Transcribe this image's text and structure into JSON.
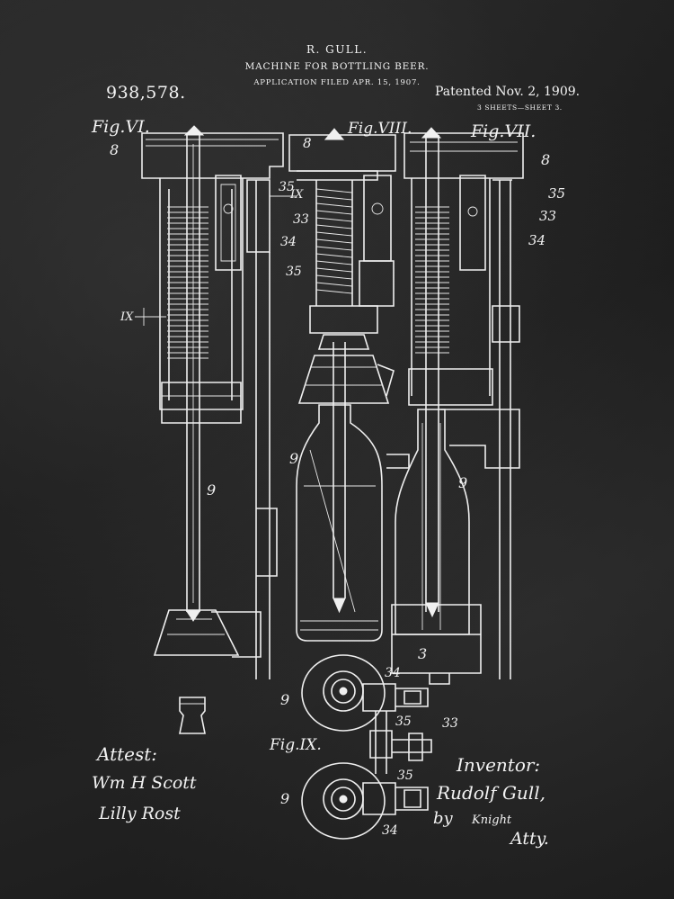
{
  "header": {
    "inventor_name": "R. GULL.",
    "title": "MACHINE FOR BOTTLING BEER.",
    "filed": "APPLICATION FILED APR. 15, 1907.",
    "patent_number": "938,578.",
    "patented": "Patented Nov. 2, 1909.",
    "sheets": "3 SHEETS—SHEET 3."
  },
  "figures": {
    "fig6": "Fig.VI.",
    "fig8": "Fig.VIII.",
    "fig7": "Fig.VII.",
    "fig9": "Fig.IX."
  },
  "reference_numerals": {
    "n8": "8",
    "n9": "9",
    "n3": "3",
    "n33": "33",
    "n34": "34",
    "n35": "35",
    "section_ix": "IX"
  },
  "signatures": {
    "attest_label": "Attest:",
    "witness_1": "Wm H Scott",
    "witness_2": "Lilly Rost",
    "inventor_label": "Inventor:",
    "inventor_signature": "Rudolf Gull,",
    "by_label": "by",
    "attorney_name": "Knight",
    "attorney_label": "Atty."
  },
  "colors": {
    "background": "#1e1e1e",
    "ink": "#f0f0f0"
  }
}
